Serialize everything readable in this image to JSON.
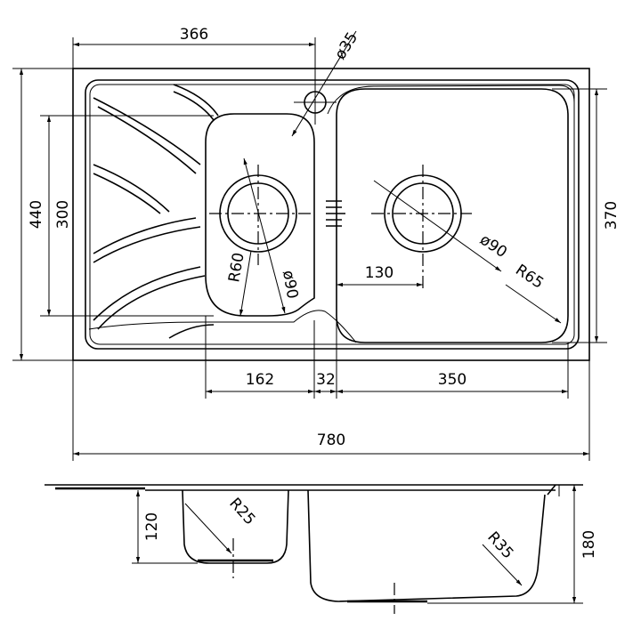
{
  "drawing": {
    "top_view": {
      "overall_width": "780",
      "overall_depth": "440",
      "tap_hole_to_left": "366",
      "tap_hole_diameter": "ø35",
      "small_bowl_depth": "300",
      "large_bowl_depth": "370",
      "small_bowl_width": "162",
      "bowl_gap": "32",
      "large_bowl_width": "350",
      "waste_offset": "130",
      "small_bowl_corner_radius": "R60",
      "small_waste_diameter": "ø90",
      "large_waste_diameter": "ø90",
      "large_bowl_corner_radius": "R65"
    },
    "side_view": {
      "small_bowl_height": "120",
      "large_bowl_height": "180",
      "small_bowl_radius": "R25",
      "large_bowl_radius": "R35"
    },
    "line_color": "#000000"
  }
}
